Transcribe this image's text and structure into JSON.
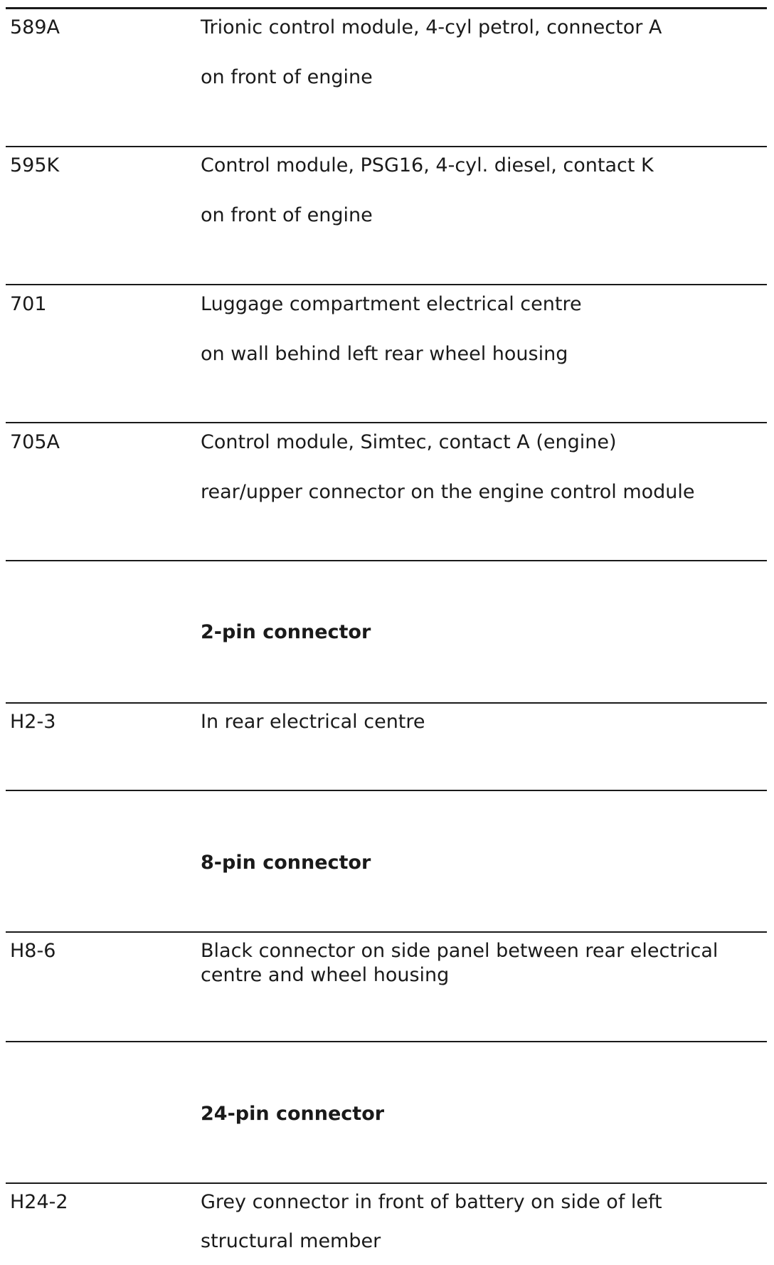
{
  "rows": [
    {
      "code": "589A",
      "line1": "Trionic control module, 4-cyl petrol, connector A",
      "line2": "on front of engine"
    },
    {
      "code": "595K",
      "line1": "Control module, PSG16, 4-cyl. diesel, contact K",
      "line2": "on front of engine"
    },
    {
      "code": "701",
      "line1": "Luggage compartment electrical centre",
      "line2": "on wall behind left rear wheel housing"
    },
    {
      "code": "705A",
      "line1": "Control module, Simtec, contact A (engine)",
      "line2": "rear/upper connector on the engine control module"
    }
  ],
  "sections": [
    {
      "heading": "2-pin connector",
      "code": "H2-3",
      "line1": "In rear electrical centre",
      "line2": ""
    },
    {
      "heading": "8-pin connector",
      "code": "H8-6",
      "line1": "Black connector on side panel between rear electrical centre and wheel housing",
      "line2": ""
    },
    {
      "heading": "24-pin connector",
      "code": "H24-2",
      "line1": "Grey connector in front of battery on side of left",
      "line2": "structural member"
    }
  ]
}
